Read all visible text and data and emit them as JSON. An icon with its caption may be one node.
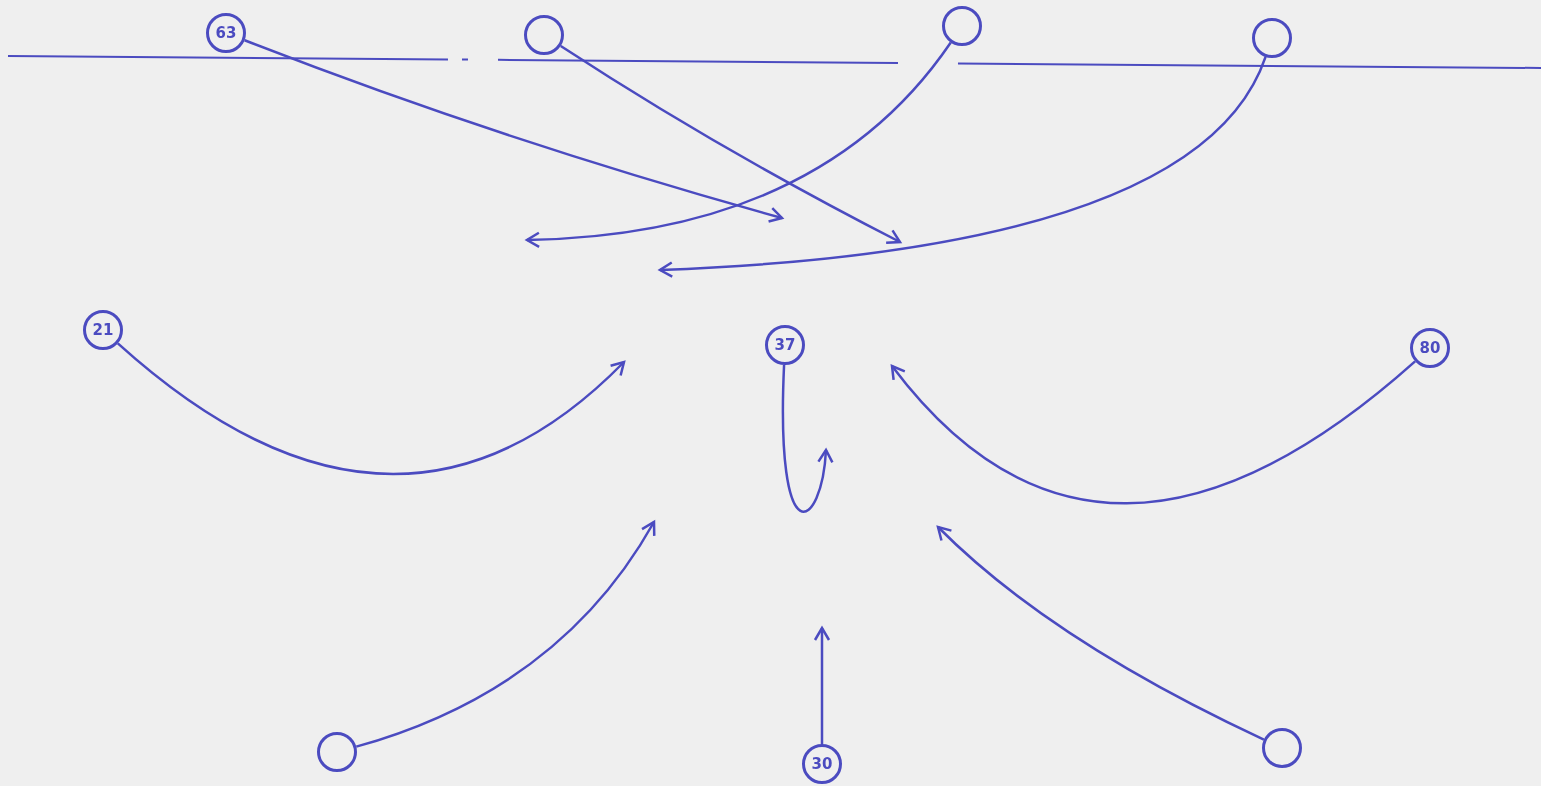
{
  "diagram": {
    "nodes": [
      {
        "text": [
          "63"
        ]
      },
      {
        "text": [],
        "shape": "circle"
      },
      {
        "text": [],
        "shape": "circle"
      },
      {
        "text": [],
        "shape": "circle"
      },
      {
        "text": [
          "21"
        ]
      },
      {
        "text": [
          "37"
        ]
      },
      {
        "text": [
          "80"
        ]
      },
      {
        "text": [],
        "shape": "circle"
      },
      {
        "text": [
          "30"
        ]
      },
      {
        "text": [],
        "shape": "circle"
      }
    ],
    "edges": [
      {
        "from": 0,
        "to": null,
        "arrow": "to"
      },
      {
        "from": 1,
        "to": null,
        "arrow": "to"
      },
      {
        "from": 2,
        "to": null,
        "arrow": "to"
      },
      {
        "from": 3,
        "to": null,
        "arrow": "to"
      },
      {
        "from": 4,
        "to": null,
        "arrow": "to"
      },
      {
        "from": 5,
        "to": null,
        "arrow": "to"
      },
      {
        "from": 6,
        "to": null,
        "arrow": "to"
      },
      {
        "from": 7,
        "to": null,
        "arrow": "to"
      },
      {
        "from": 8,
        "to": null,
        "arrow": "to"
      },
      {
        "from": 9,
        "to": null,
        "arrow": "to"
      }
    ]
  }
}
